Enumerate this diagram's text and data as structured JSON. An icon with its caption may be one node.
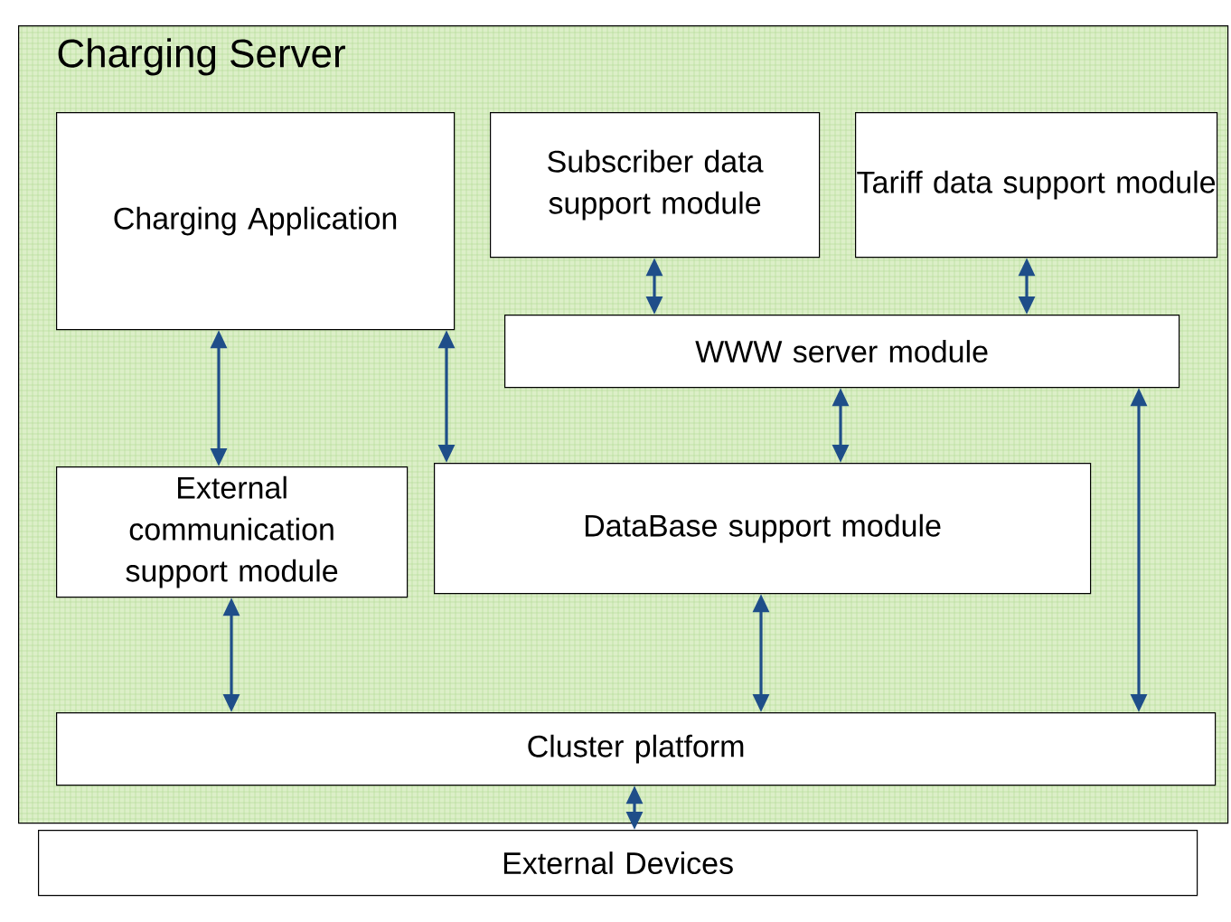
{
  "diagram": {
    "nodes": [
      {
        "text": [
          "Charging Server"
        ]
      },
      {
        "text": [
          "Charging Application"
        ],
        "in": 0
      },
      {
        "text": [
          "Subscriber data support module"
        ],
        "in": 0
      },
      {
        "text": [
          "Tariff data support module"
        ],
        "in": 0
      },
      {
        "text": [
          "WWW server module"
        ],
        "in": 0
      },
      {
        "text": [
          "External communication support module"
        ],
        "in": 0
      },
      {
        "text": [
          "DataBase support module"
        ],
        "in": 0
      },
      {
        "text": [
          "Cluster platform"
        ],
        "in": 0
      },
      {
        "text": [
          "External Devices"
        ]
      }
    ],
    "edges": [
      {
        "from": 1,
        "to": 5,
        "arrow": "both"
      },
      {
        "from": 1,
        "to": 6,
        "arrow": "both"
      },
      {
        "from": 2,
        "to": 4,
        "arrow": "both"
      },
      {
        "from": 3,
        "to": 4,
        "arrow": "both"
      },
      {
        "from": 4,
        "to": 6,
        "arrow": "both"
      },
      {
        "from": 4,
        "to": 7,
        "arrow": "both"
      },
      {
        "from": 5,
        "to": 7,
        "arrow": "both"
      },
      {
        "from": 6,
        "to": 7,
        "arrow": "both"
      },
      {
        "from": 7,
        "to": 8,
        "arrow": "both"
      }
    ]
  }
}
